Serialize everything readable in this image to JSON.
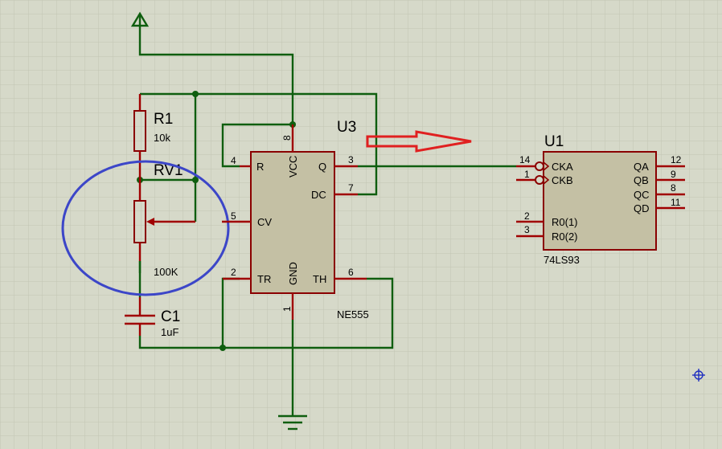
{
  "colors": {
    "background": "#d6d9c9",
    "grid": "#c2c5b4",
    "wire": "#0f5e0f",
    "component": "#8a0000",
    "chip_fill": "#c4c0a4",
    "highlight_ellipse": "#3c46c8",
    "probe_arrow": "#e02020"
  },
  "components": {
    "r1": {
      "ref": "R1",
      "value": "10k"
    },
    "rv1": {
      "ref": "RV1",
      "value": "100K"
    },
    "c1": {
      "ref": "C1",
      "value": "1uF"
    },
    "u3": {
      "ref": "U3",
      "part": "NE555",
      "pins": {
        "r": {
          "label": "R",
          "num": "4"
        },
        "vcc": {
          "label": "VCC",
          "num": "8"
        },
        "q": {
          "label": "Q",
          "num": "3"
        },
        "dc": {
          "label": "DC",
          "num": "7"
        },
        "cv": {
          "label": "CV",
          "num": "5"
        },
        "tr": {
          "label": "TR",
          "num": "2"
        },
        "gnd": {
          "label": "GND",
          "num": "1"
        },
        "th": {
          "label": "TH",
          "num": "6"
        }
      }
    },
    "u1": {
      "ref": "U1",
      "part": "74LS93",
      "pins": {
        "cka": {
          "label": "CKA",
          "num": "14"
        },
        "ckb": {
          "label": "CKB",
          "num": "1"
        },
        "r01": {
          "label": "R0(1)",
          "num": "2"
        },
        "r02": {
          "label": "R0(2)",
          "num": "3"
        },
        "qa": {
          "label": "QA",
          "num": "12"
        },
        "qb": {
          "label": "QB",
          "num": "9"
        },
        "qc": {
          "label": "QC",
          "num": "8"
        },
        "qd": {
          "label": "QD",
          "num": "11"
        }
      }
    }
  }
}
